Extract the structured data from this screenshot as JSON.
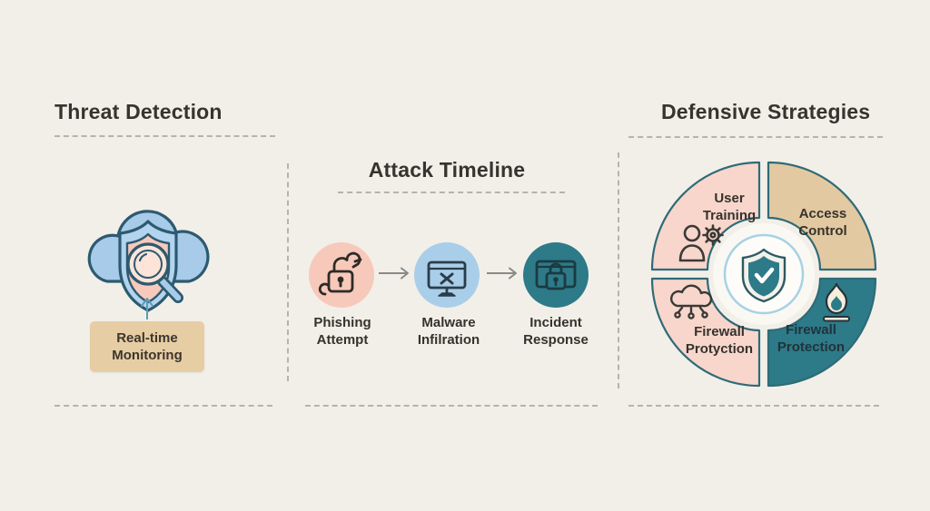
{
  "canvas": {
    "background": "#f2efe9",
    "text_color": "#37332d"
  },
  "colors": {
    "pink": "#f7c9ba",
    "quadrant_pink": "#f8d6cc",
    "light_blue": "#a9cee9",
    "teal": "#2d7a89",
    "tan": "#e3c9a2",
    "outline_teal": "#2f6b77",
    "ring_blue": "#a5d2e4",
    "arrow_gray": "#8a8a85",
    "dash_gray": "#b7b3a9",
    "box_beige": "#e7cda4"
  },
  "threat_detection": {
    "title": "Threat Detection",
    "icon": "cloud-shield-magnifier-icon",
    "arrow_icon": "arrow-up-icon",
    "monitoring_label": "Real-time\nMonitoring"
  },
  "attack_timeline": {
    "title": "Attack Timeline",
    "arrow_icon": "arrow-right-icon",
    "steps": [
      {
        "label": "Phishing\nAttempt",
        "icon": "padlock-hook-icon",
        "circle_color": "#f7c9ba"
      },
      {
        "label": "Malware\nInfilration",
        "icon": "monitor-x-icon",
        "circle_color": "#a9cee9"
      },
      {
        "label": "Incident\nResponse",
        "icon": "monitor-lock-icon",
        "circle_color": "#2d7a89"
      }
    ]
  },
  "defensive_strategies": {
    "title": "Defensive Strategies",
    "center_icon": "shield-check-icon",
    "quadrants": [
      {
        "position": "top-left",
        "label": "User\nTraining",
        "icon": "user-gear-icon",
        "color": "#f8d6cc"
      },
      {
        "position": "top-right",
        "label": "Access\nControl",
        "icon": "",
        "color": "#e3c9a2"
      },
      {
        "position": "bottom-left",
        "label": "Firewall\nProtyction",
        "icon": "cloud-network-icon",
        "color": "#f8d6cc"
      },
      {
        "position": "bottom-right",
        "label": "Firewall\nProtection",
        "icon": "fire-icon",
        "color": "#2d7a89"
      }
    ]
  }
}
